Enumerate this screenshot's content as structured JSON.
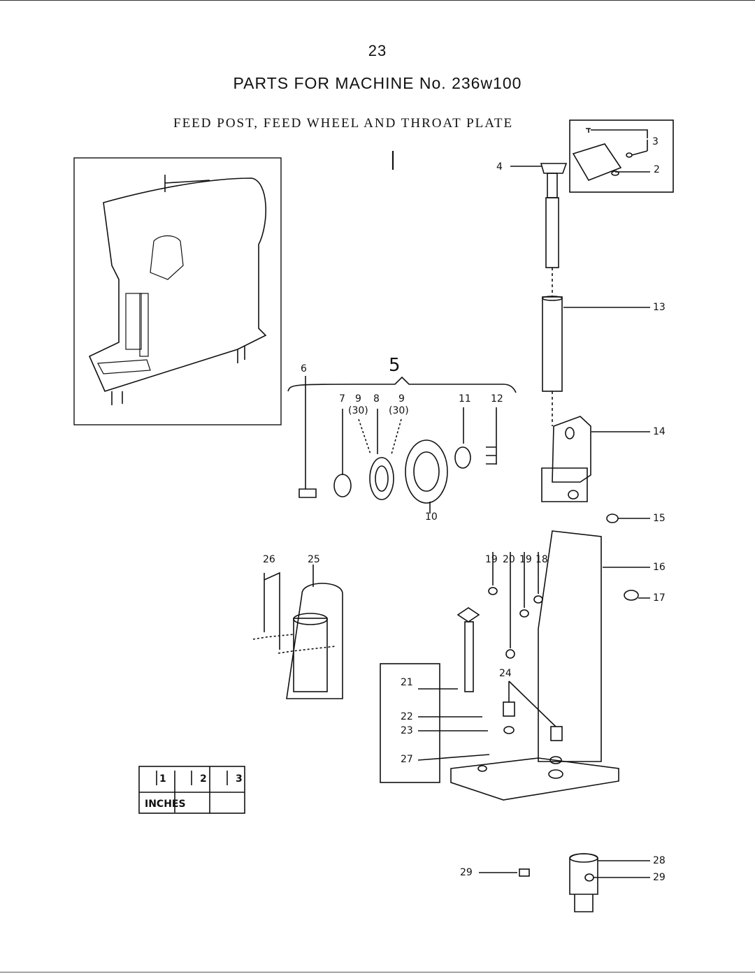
{
  "page": {
    "page_number": "23",
    "title": "PARTS FOR MACHINE No. 236w100",
    "subtitle": "FEED POST, FEED WHEEL AND THROAT PLATE"
  },
  "callouts": {
    "c1": "1",
    "c2": "2",
    "c3": "3",
    "c4": "4",
    "c5": "5",
    "c6": "6",
    "c7": "7",
    "c8": "8",
    "c9a": "9",
    "c9b": "9",
    "c30a": "(30)",
    "c30b": "(30)",
    "c10": "10",
    "c11": "11",
    "c12": "12",
    "c13": "13",
    "c14": "14",
    "c15": "15",
    "c16": "16",
    "c17": "17",
    "c18": "18",
    "c19a": "19",
    "c19b": "19",
    "c20": "20",
    "c21": "21",
    "c22": "22",
    "c23": "23",
    "c24": "24",
    "c25": "25",
    "c26": "26",
    "c27": "27",
    "c28": "28",
    "c29a": "29",
    "c29b": "29"
  },
  "scale": {
    "unit_label": "INCHES",
    "marks": [
      "1",
      "2",
      "3"
    ]
  },
  "icons": [
    "sewing-machine-outline",
    "throat-plate",
    "feed-post",
    "feed-wheel",
    "bevel-gear",
    "cylinder",
    "base-plate"
  ]
}
